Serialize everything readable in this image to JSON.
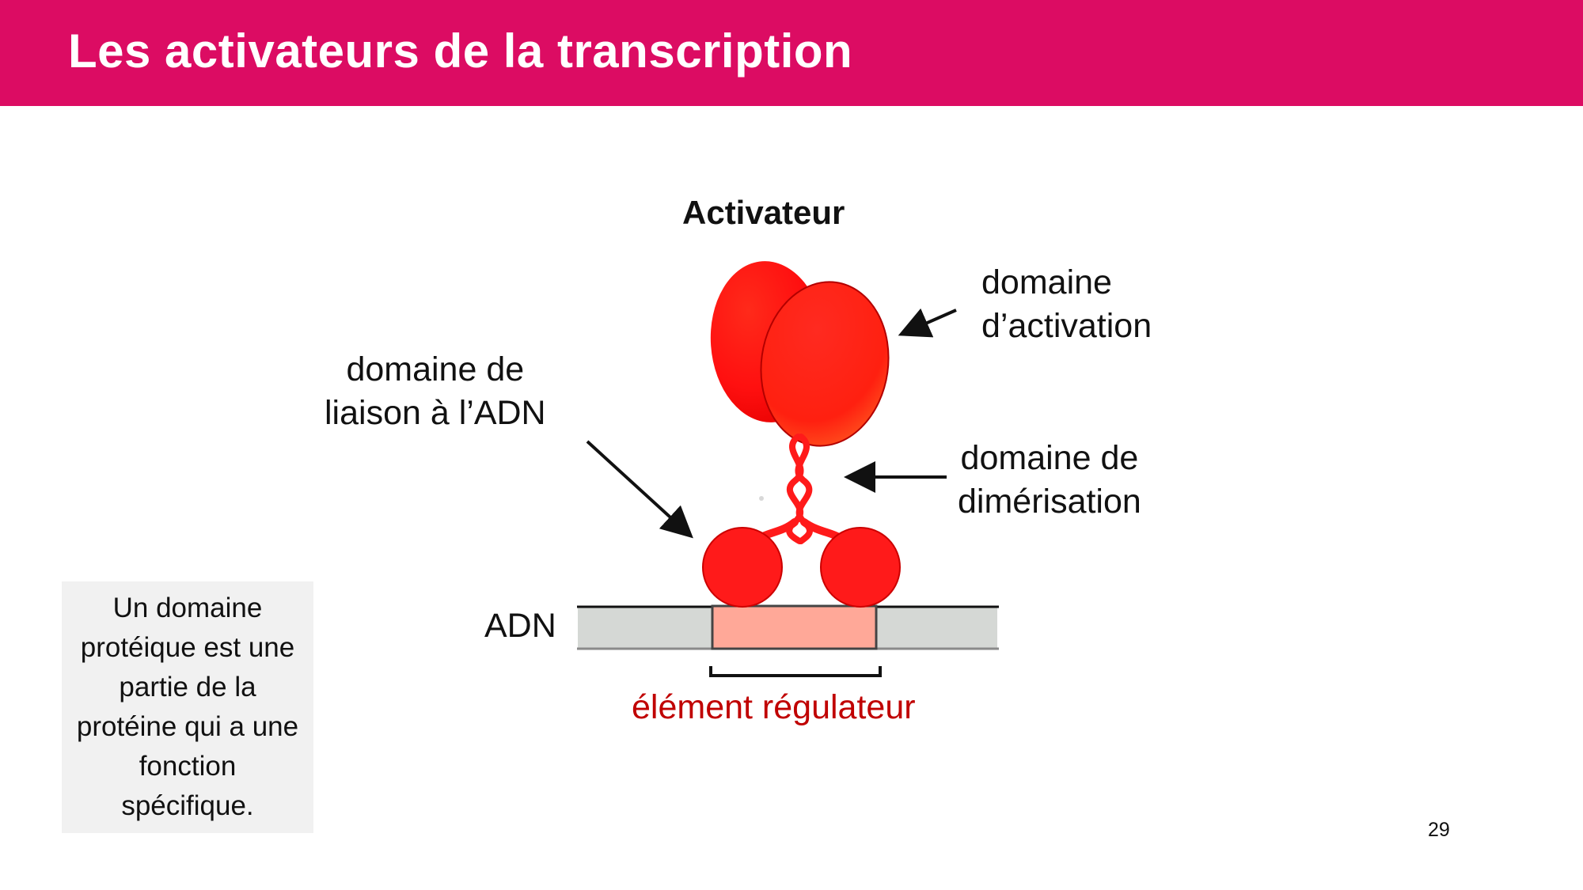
{
  "slide": {
    "title": "Les activateurs de la transcription",
    "page_number": "29"
  },
  "diagram": {
    "title": "Activateur",
    "labels": {
      "activation_domain": [
        "domaine",
        "d’activation"
      ],
      "dna_binding_domain": [
        "domaine de",
        "liaison à l’ADN"
      ],
      "dimerization_domain": [
        "domaine de",
        "dimérisation"
      ],
      "dna": "ADN",
      "regulatory_element": "élément régulateur"
    },
    "colors": {
      "protein": "#ff1a1a",
      "protein_dark": "#e00000",
      "regulatory_element": "#ffa898",
      "dna": "#d5d8d5",
      "regulatory_label": "#c00000"
    }
  },
  "note": {
    "text": "Un domaine protéique est une partie de la protéine qui a une fonction spécifique."
  }
}
